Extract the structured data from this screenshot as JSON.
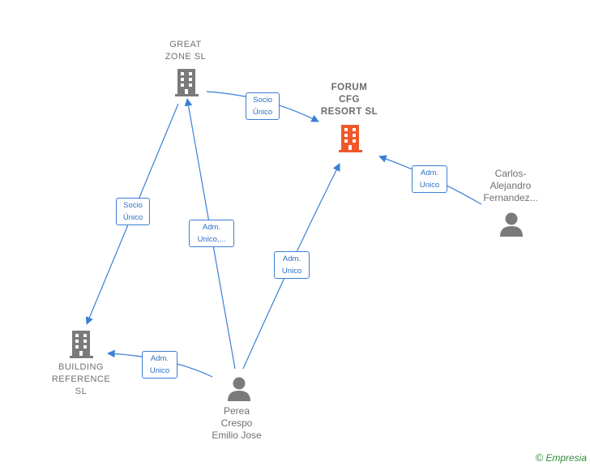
{
  "colors": {
    "edge": "#3a7fd5",
    "company": "#7a7a7a",
    "company_main": "#f0582a",
    "person": "#7a7a7a"
  },
  "nodes": {
    "great_zone": {
      "lines": [
        "GREAT",
        "ZONE  SL"
      ],
      "icon": "building-icon"
    },
    "forum_cfg": {
      "lines": [
        "FORUM",
        "CFG",
        "RESORT  SL"
      ],
      "icon": "building-icon"
    },
    "building_reference": {
      "lines": [
        "BUILDING",
        "REFERENCE",
        "SL"
      ],
      "icon": "building-icon"
    },
    "carlos": {
      "lines": [
        "Carlos-",
        "Alejandro",
        "Fernandez..."
      ],
      "icon": "person-icon"
    },
    "perea": {
      "lines": [
        "Perea",
        "Crespo",
        "Emilio Jose"
      ],
      "icon": "person-icon"
    }
  },
  "edges": [
    {
      "id": "e1",
      "from": "great_zone",
      "to": "forum_cfg",
      "label": [
        "Socio",
        "Único"
      ]
    },
    {
      "id": "e2",
      "from": "great_zone",
      "to": "building_reference",
      "label": [
        "Socio",
        "Único"
      ]
    },
    {
      "id": "e3",
      "from": "perea",
      "to": "great_zone",
      "label": [
        "Adm.",
        "Unico,..."
      ]
    },
    {
      "id": "e4",
      "from": "perea",
      "to": "forum_cfg",
      "label": [
        "Adm.",
        "Unico"
      ]
    },
    {
      "id": "e5",
      "from": "perea",
      "to": "building_reference",
      "label": [
        "Adm.",
        "Unico"
      ]
    },
    {
      "id": "e6",
      "from": "carlos",
      "to": "forum_cfg",
      "label": [
        "Adm.",
        "Unico"
      ]
    }
  ],
  "footer": {
    "copyright": "©",
    "brand": "Empresia"
  }
}
